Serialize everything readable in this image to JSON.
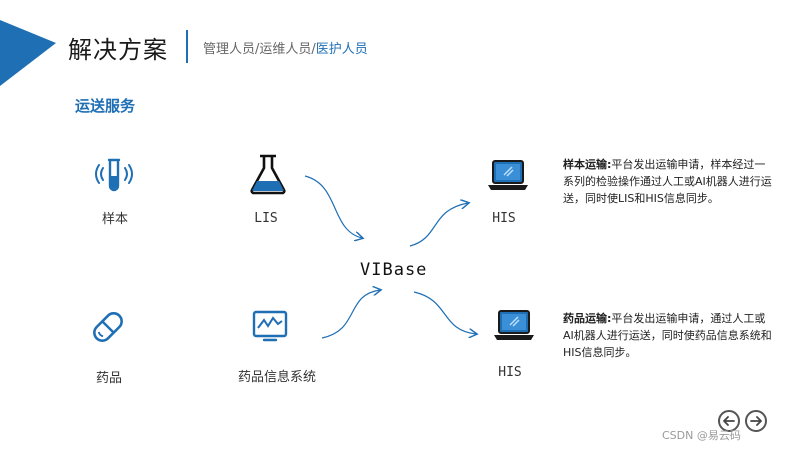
{
  "header": {
    "title": "解决方案",
    "roles_prefix": "管理人员/运维人员/",
    "roles_highlight": "医护人员",
    "brand_color": "#1f6fb5"
  },
  "section_title": "运送服务",
  "nodes": {
    "sample": {
      "label": "样本",
      "icon": "test-tube-icon"
    },
    "lis": {
      "label": "LIS",
      "icon": "flask-icon"
    },
    "medicine": {
      "label": "药品",
      "icon": "pill-icon"
    },
    "pis": {
      "label": "药品信息系统",
      "icon": "monitor-chart-icon"
    },
    "core": {
      "label": "VIBase"
    },
    "his_top": {
      "label": "HIS",
      "icon": "laptop-icon"
    },
    "his_bottom": {
      "label": "HIS",
      "icon": "laptop-icon"
    }
  },
  "descriptions": {
    "sample": {
      "title": "样本运输:",
      "text": "平台发出运输申请，样本经过一系列的检验操作通过人工或AI机器人进行运送，同时使LIS和HIS信息同步。"
    },
    "medicine": {
      "title": "药品运输:",
      "text": "平台发出运输申请，通过人工或AI机器人进行运送，同时使药品信息系统和HIS信息同步。"
    }
  },
  "nav": {
    "prev_icon": "arrow-left-circle-icon",
    "next_icon": "arrow-right-circle-icon"
  },
  "watermark": "CSDN @易云码"
}
